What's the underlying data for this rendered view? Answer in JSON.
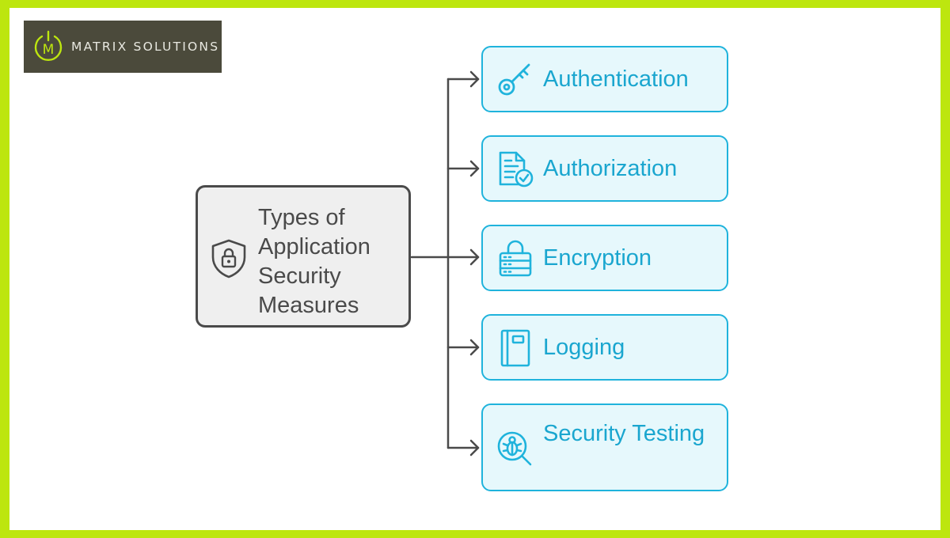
{
  "logo": {
    "text": "MATRIX SOLUTIONS",
    "mark_letter": "M"
  },
  "center": {
    "title": "Types of Application Security Measures",
    "icon": "shield-lock-icon"
  },
  "branches": [
    {
      "label": "Authentication",
      "icon": "key-icon"
    },
    {
      "label": "Authorization",
      "icon": "document-check-icon"
    },
    {
      "label": "Encryption",
      "icon": "lock-server-icon"
    },
    {
      "label": "Logging",
      "icon": "logbook-icon"
    },
    {
      "label": "Security Testing",
      "icon": "bug-search-icon"
    }
  ],
  "colors": {
    "frame": "#bde60f",
    "center_fill": "#efefef",
    "center_stroke": "#4a4a4a",
    "branch_fill": "#e6f8fc",
    "branch_stroke": "#1fb3dc",
    "branch_text": "#1aa6cf",
    "logo_bg": "#4b4a3b",
    "logo_accent": "#bde60f"
  }
}
